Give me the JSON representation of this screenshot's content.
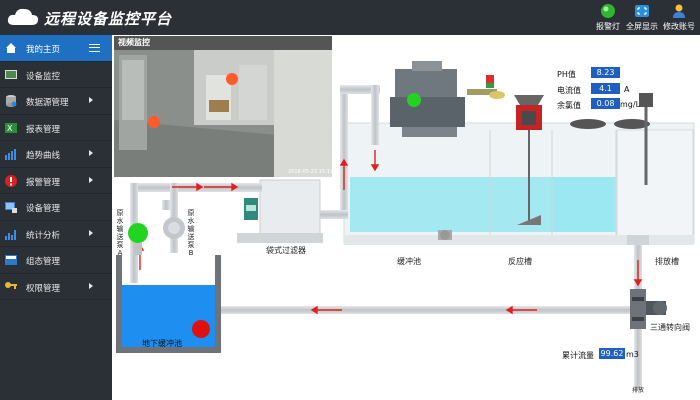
{
  "header": {
    "title": "远程设备监控平台",
    "buttons": [
      {
        "label": "报警灯",
        "icon": "alarm-light-icon"
      },
      {
        "label": "全屏显示",
        "icon": "fullscreen-icon"
      },
      {
        "label": "修改账号",
        "icon": "user-account-icon"
      }
    ]
  },
  "sidebar": {
    "items": [
      {
        "label": "我的主页",
        "icon": "home-icon"
      },
      {
        "label": "设备监控",
        "icon": "monitor-icon"
      },
      {
        "label": "数据源管理",
        "icon": "database-icon"
      },
      {
        "label": "报表管理",
        "icon": "excel-icon"
      },
      {
        "label": "趋势曲线",
        "icon": "trend-chart-icon"
      },
      {
        "label": "报警管理",
        "icon": "alarm-icon"
      },
      {
        "label": "设备管理",
        "icon": "device-icon"
      },
      {
        "label": "统计分析",
        "icon": "statistics-icon"
      },
      {
        "label": "组态管理",
        "icon": "config-icon"
      },
      {
        "label": "权限管理",
        "icon": "key-icon"
      }
    ]
  },
  "video": {
    "title": "视频监控",
    "timestamp": "2018-05-23 15:11:36"
  },
  "process": {
    "bag_filter": "袋式过滤器",
    "buffer_pool": "缓冲池",
    "reaction_tank": "反应槽",
    "discharge_tank": "排放槽",
    "underground_buffer": "地下缓冲池",
    "pump_a": "原水输送泵A",
    "pump_b": "原水输送泵B",
    "three_way_valve": "三通转向阀",
    "discharge": "排放"
  },
  "readings": {
    "ph_label": "PH值",
    "ph_value": "8.23",
    "current_label": "电流值",
    "current_value": "4.1",
    "current_unit": "A",
    "chlorine_label": "余氯值",
    "chlorine_value": "0.08",
    "chlorine_unit": "mg/L",
    "flow_label": "累计流量",
    "flow_value": "99.62",
    "flow_unit": "m3"
  },
  "colors": {
    "accent": "#1f6fc3",
    "pipe": "#c9ccd0",
    "water": "#1e8ff0",
    "tank_water": "#8fe3f0",
    "running": "#22d322",
    "stopped": "#e01010",
    "flow_arrow": "#e02020"
  }
}
